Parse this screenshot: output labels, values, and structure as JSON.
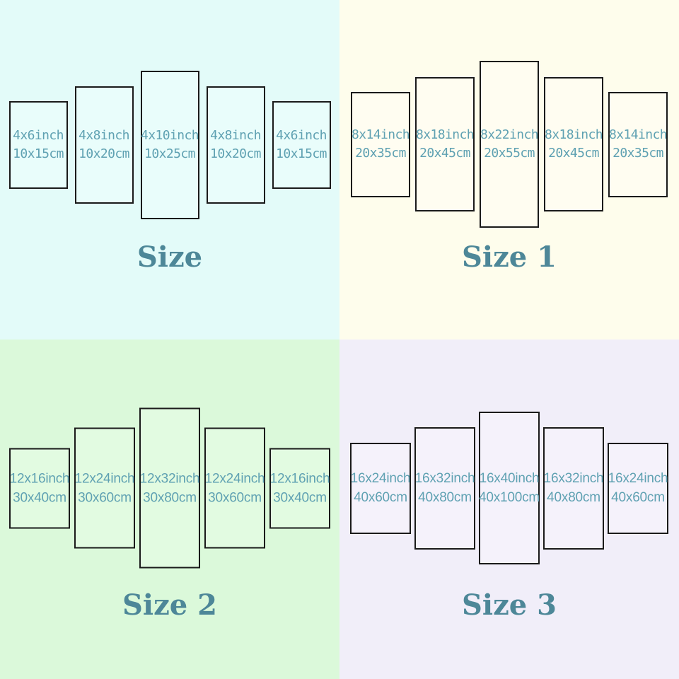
{
  "colors": {
    "border": "#1a1a1a",
    "label": "#5fa1b2",
    "title": "#4d8798"
  },
  "quadrants": [
    {
      "id": "size",
      "title": "Size",
      "background": "#e3fbf9",
      "panel_fill": "#e9fdfb",
      "panels": [
        {
          "inch": "4x6inch",
          "cm": "10x15cm"
        },
        {
          "inch": "4x8inch",
          "cm": "10x20cm"
        },
        {
          "inch": "4x10inch",
          "cm": "10x25cm"
        },
        {
          "inch": "4x8inch",
          "cm": "10x20cm"
        },
        {
          "inch": "4x6inch",
          "cm": "10x15cm"
        }
      ]
    },
    {
      "id": "size-1",
      "title": "Size 1",
      "background": "#fefdec",
      "panel_fill": "#fffdf1",
      "panels": [
        {
          "inch": "8x14inch",
          "cm": "20x35cm"
        },
        {
          "inch": "8x18inch",
          "cm": "20x45cm"
        },
        {
          "inch": "8x22inch",
          "cm": "20x55cm"
        },
        {
          "inch": "8x18inch",
          "cm": "20x45cm"
        },
        {
          "inch": "8x14inch",
          "cm": "20x35cm"
        }
      ]
    },
    {
      "id": "size-2",
      "title": "Size 2",
      "background": "#dbf9da",
      "panel_fill": "#e2fbe1",
      "panels": [
        {
          "inch": "12x16inch",
          "cm": "30x40cm"
        },
        {
          "inch": "12x24inch",
          "cm": "30x60cm"
        },
        {
          "inch": "12x32inch",
          "cm": "30x80cm"
        },
        {
          "inch": "12x24inch",
          "cm": "30x60cm"
        },
        {
          "inch": "12x16inch",
          "cm": "30x40cm"
        }
      ]
    },
    {
      "id": "size-3",
      "title": "Size 3",
      "background": "#f1eef9",
      "panel_fill": "#f5f2fb",
      "panels": [
        {
          "inch": "16x24inch",
          "cm": "40x60cm"
        },
        {
          "inch": "16x32inch",
          "cm": "40x80cm"
        },
        {
          "inch": "16x40inch",
          "cm": "40x100cm"
        },
        {
          "inch": "16x32inch",
          "cm": "40x80cm"
        },
        {
          "inch": "16x24inch",
          "cm": "40x60cm"
        }
      ]
    }
  ]
}
